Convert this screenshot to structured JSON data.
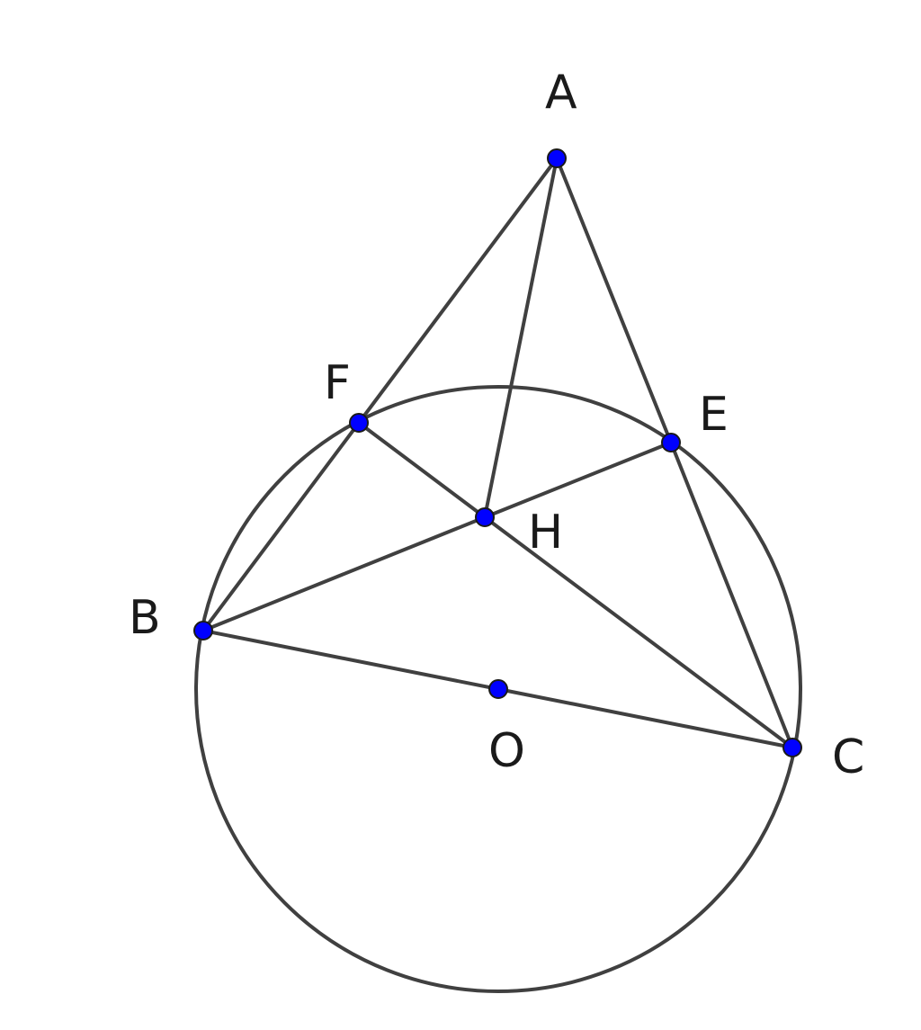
{
  "diagram": {
    "points": {
      "A": {
        "label": "A"
      },
      "B": {
        "label": "B"
      },
      "C": {
        "label": "C"
      },
      "E": {
        "label": "E"
      },
      "F": {
        "label": "F"
      },
      "H": {
        "label": "H"
      },
      "O": {
        "label": "O"
      }
    },
    "segments": [
      [
        "A",
        "F"
      ],
      [
        "A",
        "H"
      ],
      [
        "A",
        "E"
      ],
      [
        "F",
        "B"
      ],
      [
        "F",
        "H"
      ],
      [
        "H",
        "C"
      ],
      [
        "B",
        "H"
      ],
      [
        "H",
        "E"
      ],
      [
        "E",
        "C"
      ],
      [
        "B",
        "O"
      ],
      [
        "O",
        "C"
      ]
    ],
    "circle": {
      "center": "O",
      "through": [
        "B",
        "C",
        "E",
        "F"
      ]
    },
    "colors": {
      "point_fill": "#0000ff",
      "point_stroke": "#1a1a1a",
      "line": "#404040",
      "label": "#1a1a1a"
    }
  }
}
